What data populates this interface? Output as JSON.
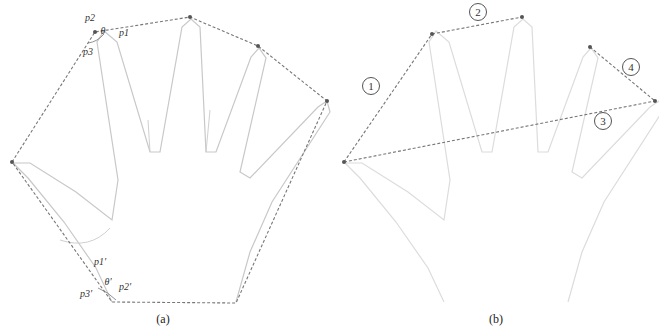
{
  "diagram": {
    "nodes": [
      {
        "text": [
          "1"
        ]
      },
      {
        "text": [
          "2"
        ]
      },
      {
        "text": [
          "3"
        ]
      },
      {
        "text": [
          "4"
        ]
      }
    ],
    "labels": [
      "p2",
      "θ",
      "p1",
      "p3",
      "p1'",
      "θ'",
      "p2'",
      "p3'",
      "(a)",
      "(b)"
    ]
  }
}
